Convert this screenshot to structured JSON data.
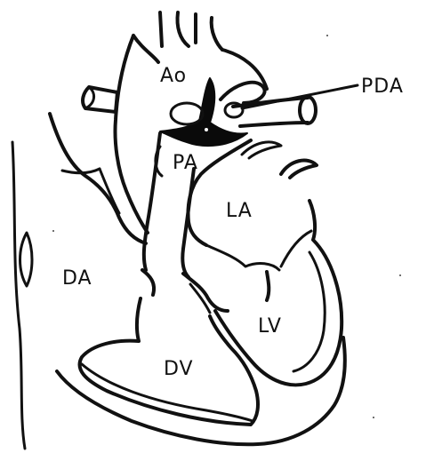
{
  "labels": {
    "ao": "Ao",
    "pda": "PDA",
    "pa": "PA",
    "la": "LA",
    "da": "DA",
    "lv": "LV",
    "dv": "DV"
  }
}
